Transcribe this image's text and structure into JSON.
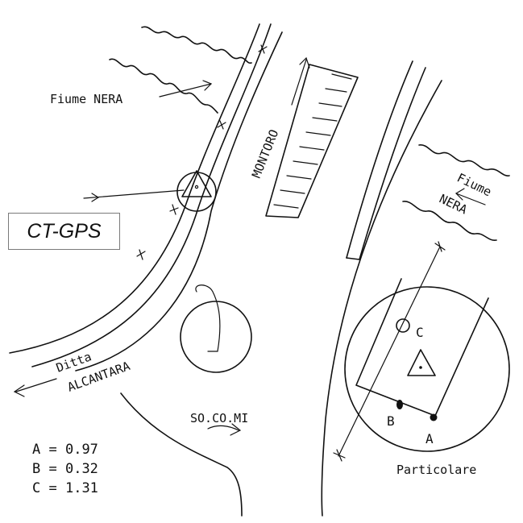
{
  "badge": "CT-GPS",
  "labels": {
    "fiume_nera_left": "Fiume NERA",
    "montoro": "MONTORO",
    "fiume_right": "Fiume",
    "nera_right": "NERA",
    "ditta": "Ditta",
    "alcantara": "ALCANTARA",
    "socomi": "SO.CO.MI",
    "particolare": "Particolare",
    "point_a": "A",
    "point_b": "B",
    "point_c": "C"
  },
  "legend": [
    {
      "name": "A",
      "value": "0.97"
    },
    {
      "name": "B",
      "value": "0.32"
    },
    {
      "name": "C",
      "value": "1.31"
    }
  ]
}
